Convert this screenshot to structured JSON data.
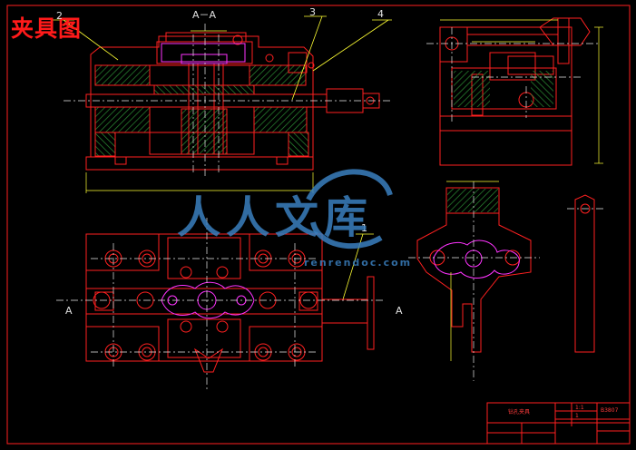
{
  "drawing": {
    "title": "夹具图",
    "section_label": "A－A",
    "callouts": [
      "2",
      "3",
      "4",
      "1"
    ],
    "section_marks": {
      "left": "A",
      "right": "A"
    }
  },
  "watermark": {
    "text_main": "人人文库",
    "text_sub": "renrendoc.com"
  },
  "title_block": {
    "name": "钻孔夹具",
    "drawing_no": "B3807",
    "scale": "1:1",
    "qty": "1"
  },
  "colors": {
    "background": "#000000",
    "outline": "#ff2020",
    "hatch": "#1f7a2a",
    "centerline": "#f0f0f0",
    "dimension": "#ffff33",
    "leader": "#ffff33",
    "part": "#ff33ff",
    "watermark": "#3a7fbf"
  }
}
